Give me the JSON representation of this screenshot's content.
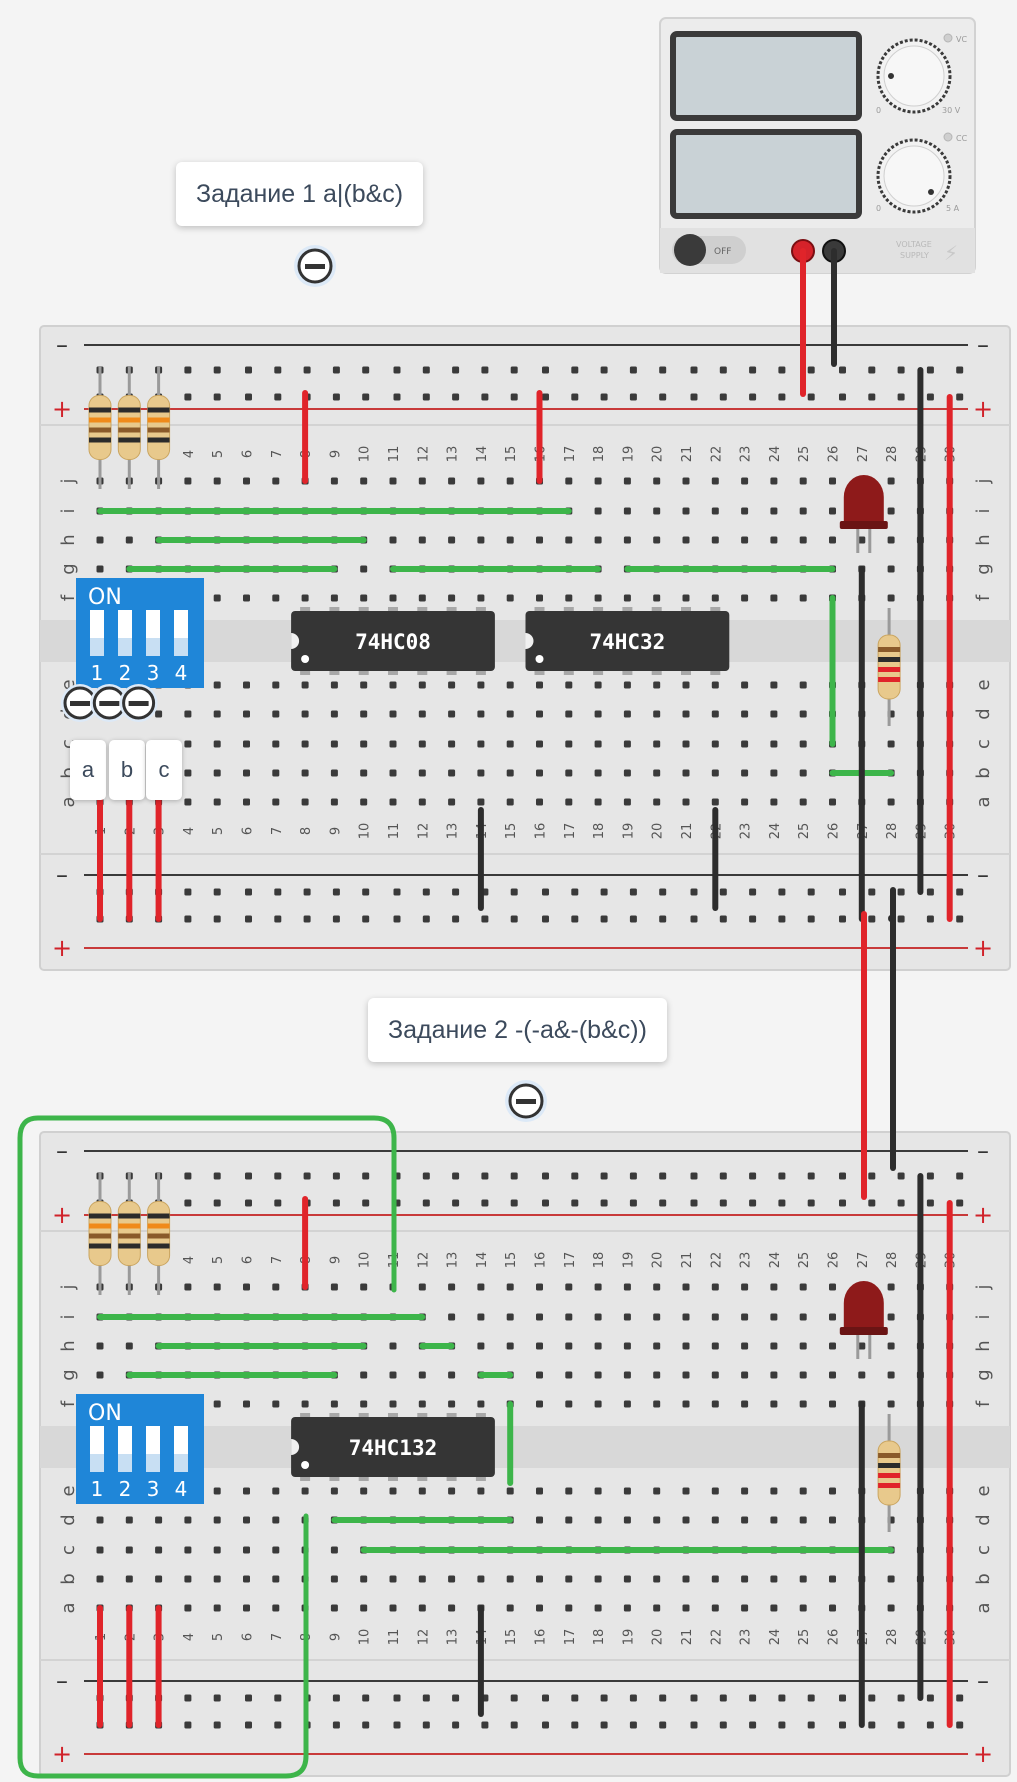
{
  "annotations": {
    "task1": "Задание 1 a|(b&c)",
    "task2": "Задание 2 -(-a&-(b&c))"
  },
  "switch_labels": [
    "a",
    "b",
    "c"
  ],
  "power_supply": {
    "power_button": "OFF",
    "voltage_knob": {
      "min": "0",
      "max": "30 V",
      "mode": "VC"
    },
    "current_knob": {
      "min": "0",
      "max": "5 A",
      "mode": "CC"
    },
    "brand_line1": "VOLTAGE",
    "brand_line2": "SUPPLY"
  },
  "breadboard": {
    "rows_top": [
      "j",
      "i",
      "h",
      "g",
      "f"
    ],
    "rows_bottom": [
      "e",
      "d",
      "c",
      "b",
      "a"
    ],
    "rail_minus": "–",
    "rail_plus": "+",
    "columns": 30
  },
  "dip_switch": {
    "on_label": "ON",
    "positions": [
      "1",
      "2",
      "3",
      "4"
    ]
  },
  "chips": {
    "board1": [
      "74HC08",
      "74HC32"
    ],
    "board2": [
      "74HC132"
    ]
  },
  "colors": {
    "wire_red": "#e0242a",
    "wire_black": "#2d2d2d",
    "wire_green": "#3db54a",
    "dip_blue": "#1f86d8",
    "led_red": "#8e1a1a",
    "board": "#e6e6e6",
    "chip": "#353535"
  }
}
